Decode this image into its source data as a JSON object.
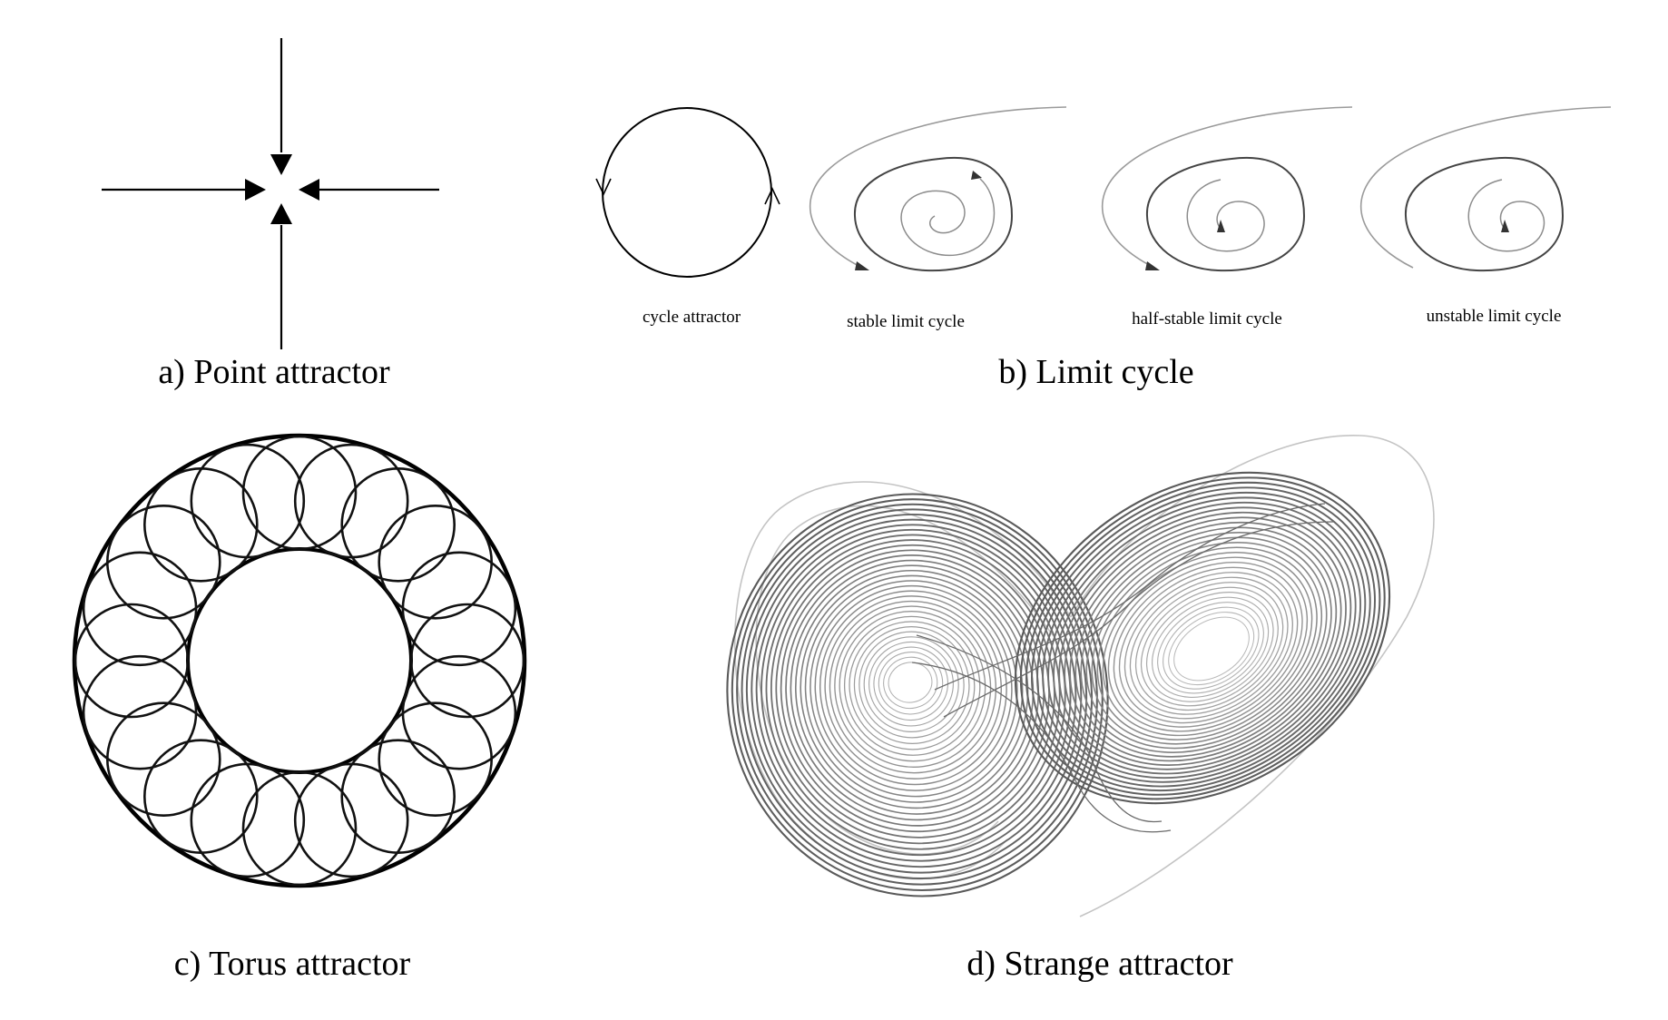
{
  "panels": {
    "point": {
      "caption": "a) Point attractor"
    },
    "limit": {
      "caption": "b) Limit cycle",
      "sublabels": {
        "cycle": "cycle attractor",
        "stable": "stable limit cycle",
        "half_stable": "half-stable limit cycle",
        "unstable": "unstable limit cycle"
      }
    },
    "torus": {
      "caption": "c) Torus attractor"
    },
    "strange": {
      "caption": "d) Strange attractor"
    }
  },
  "colors": {
    "ink": "#000000",
    "gray_curve": "#8c8c8c",
    "light_gray": "#bdbdbd"
  }
}
